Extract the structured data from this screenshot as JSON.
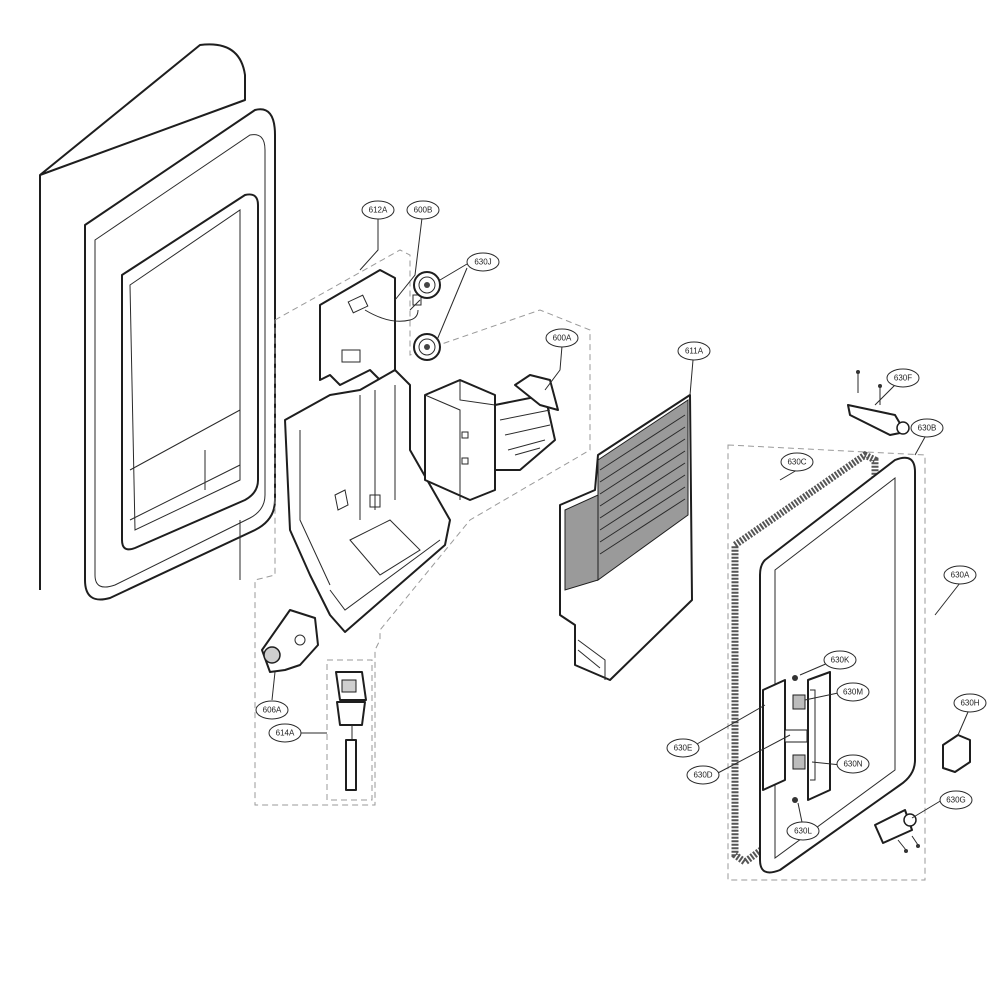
{
  "callouts": {
    "c612A": "612A",
    "c600B": "600B",
    "c630J": "630J",
    "c600A": "600A",
    "c611A": "611A",
    "c630F": "630F",
    "c630B": "630B",
    "c630C": "630C",
    "c630A": "630A",
    "c606A": "606A",
    "c614A": "614A",
    "c630K": "630K",
    "c630M": "630M",
    "c630E": "630E",
    "c630D": "630D",
    "c630N": "630N",
    "c630H": "630H",
    "c630G": "630G",
    "c630L": "630L"
  },
  "colors": {
    "line": "#1e1e1e",
    "dashed_group": "#9a9a9a",
    "gasket_fill": "#d9d9d9",
    "panel_fill": "#ffffff"
  }
}
